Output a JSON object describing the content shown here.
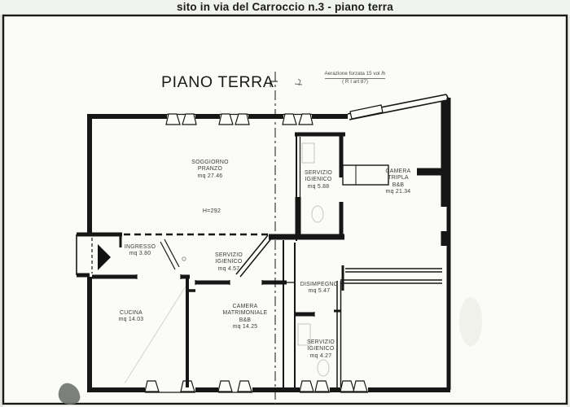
{
  "document": {
    "title": "sito in via del Carroccio n.3 - piano terra",
    "plan_label": "PIANO TERRA",
    "ventilation_note": {
      "line1": "Aerazione forzata 15 vol /h",
      "line2": "( R I art 87)"
    },
    "height_note": "H=292",
    "rooms": [
      {
        "id": "soggiorno-pranzo",
        "lines": [
          "SOGGIORNO",
          "PRANZO",
          "mq 27.46"
        ]
      },
      {
        "id": "servizio-igienico-1",
        "lines": [
          "SERVIZIO",
          "IGIENICO",
          "mq 5.88"
        ]
      },
      {
        "id": "camera-tripla",
        "lines": [
          "CAMERA",
          "TRIPLA",
          "B&B",
          "mq 21.34"
        ]
      },
      {
        "id": "ingresso",
        "lines": [
          "INGRESSO",
          "mq 3.80"
        ]
      },
      {
        "id": "servizio-igienico-2",
        "lines": [
          "SERVIZIO",
          "IGIENICO",
          "mq 4.57"
        ]
      },
      {
        "id": "disimpegno",
        "lines": [
          "DISIMPEGNO",
          "mq 5.47"
        ]
      },
      {
        "id": "cucina",
        "lines": [
          "CUCINA",
          "mq 14.03"
        ]
      },
      {
        "id": "camera-matrimoniale",
        "lines": [
          "CAMERA",
          "MATRIMONIALE",
          "B&B",
          "mq 14.25"
        ]
      },
      {
        "id": "servizio-igienico-3",
        "lines": [
          "SERVIZIO",
          "IGIENICO",
          "mq 4.27"
        ]
      }
    ],
    "colors": {
      "ink": "#161616",
      "paper": "#fbfbf8"
    }
  }
}
